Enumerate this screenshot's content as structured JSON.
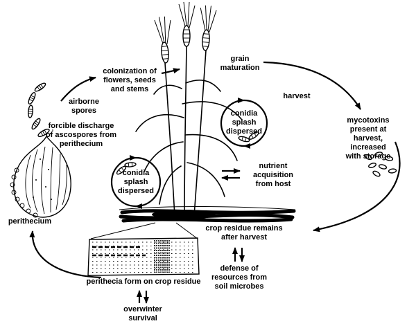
{
  "colors": {
    "ink": "#000000",
    "background": "#ffffff"
  },
  "labels": {
    "colonization": "colonization of\nflowers, seeds\nand stems",
    "airborne_spores": "airborne\nspores",
    "forcible_discharge": "forcible discharge\nof ascospores from\nperithecium",
    "perithecium": "perithecium",
    "grain_maturation": "grain\nmaturation",
    "harvest": "harvest",
    "conidia_splash_upper": "conidia\nsplash\ndispersed",
    "conidia_splash_lower": "conidia\nsplash\ndispersed",
    "nutrient_acquisition": "nutrient\nacquisition\nfrom host",
    "mycotoxins": "mycotoxins present at\nharvest, increased\nwith storage",
    "crop_residue_remains": "crop residue remains\nafter harvest",
    "defense_resources": "defense of\nresources from\nsoil microbes",
    "perithecia_form": "perithecia form on crop residue",
    "overwinter_survival": "overwinter\nsurvival"
  }
}
